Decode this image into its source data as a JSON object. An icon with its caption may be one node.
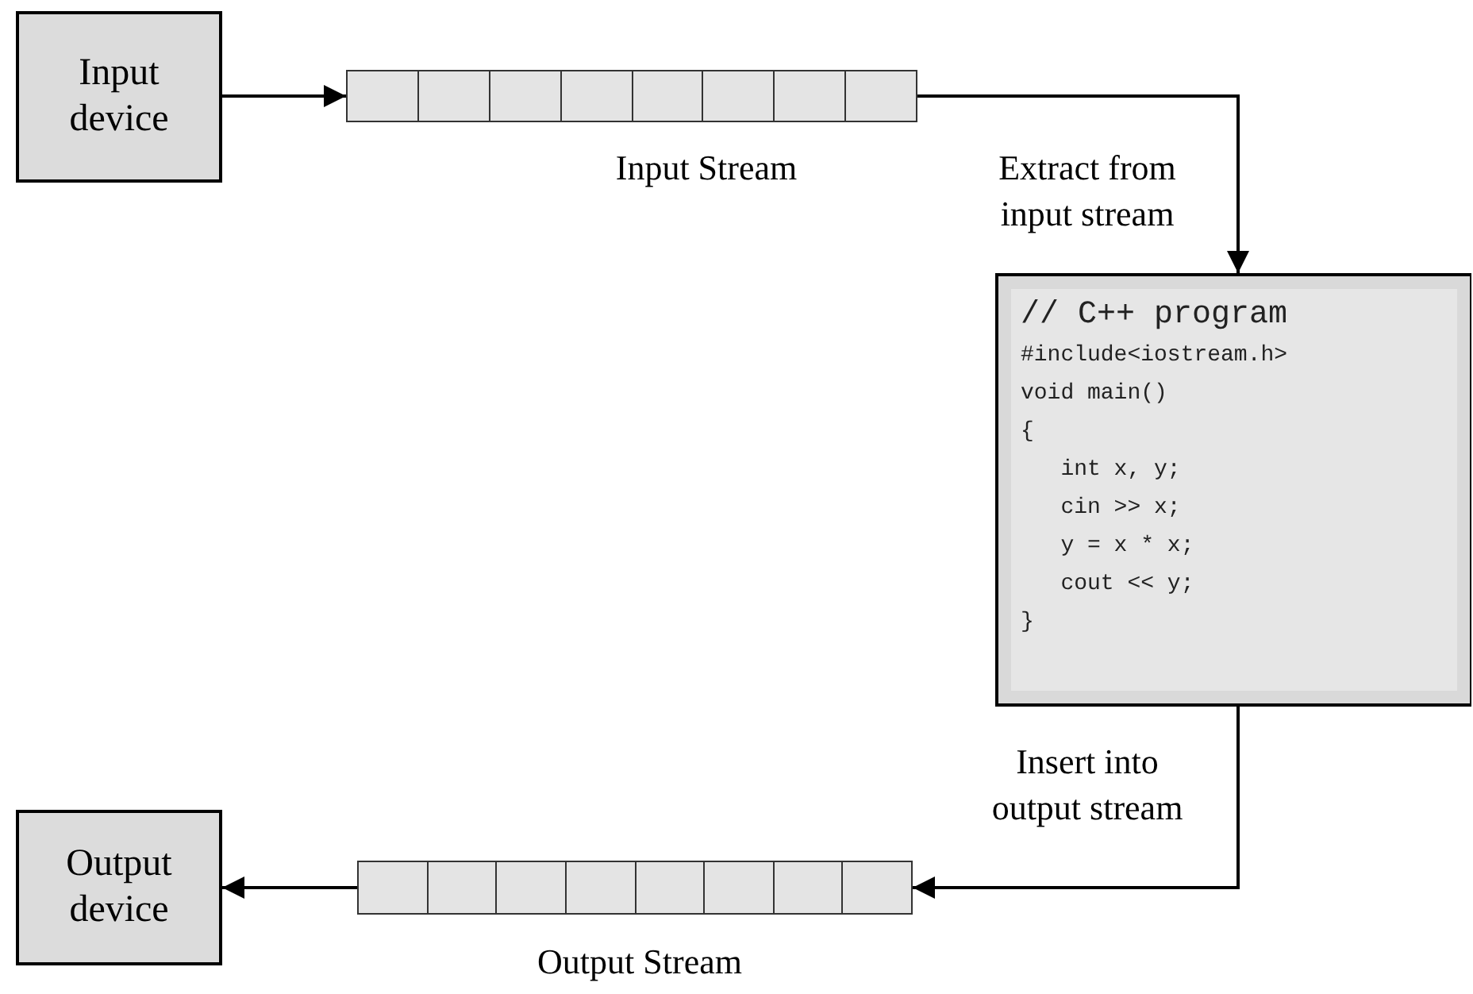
{
  "diagram": {
    "nodes": [
      {
        "text": [
          "Input device"
        ]
      },
      {
        "text": [],
        "shape": "bar",
        "beside": [
          "Input Stream"
        ]
      },
      {
        "text": [
          "// C++ program",
          "#include<iostream.h>",
          "void main()",
          "{",
          "   int x, y;",
          "   cin >> x;",
          "   y = x * x;",
          "   cout << y;",
          "}"
        ]
      },
      {
        "text": [],
        "shape": "bar",
        "beside": [
          "Output Stream"
        ]
      },
      {
        "text": [
          "Output device"
        ]
      }
    ],
    "edges": [
      {
        "from": 0,
        "to": 1,
        "arrow": "to"
      },
      {
        "from": 1,
        "to": 2,
        "arrow": "to",
        "label": "Extract from input stream"
      },
      {
        "from": 2,
        "to": 3,
        "arrow": "to",
        "label": "Insert into output stream"
      },
      {
        "from": 3,
        "to": 4,
        "arrow": "to"
      }
    ]
  }
}
